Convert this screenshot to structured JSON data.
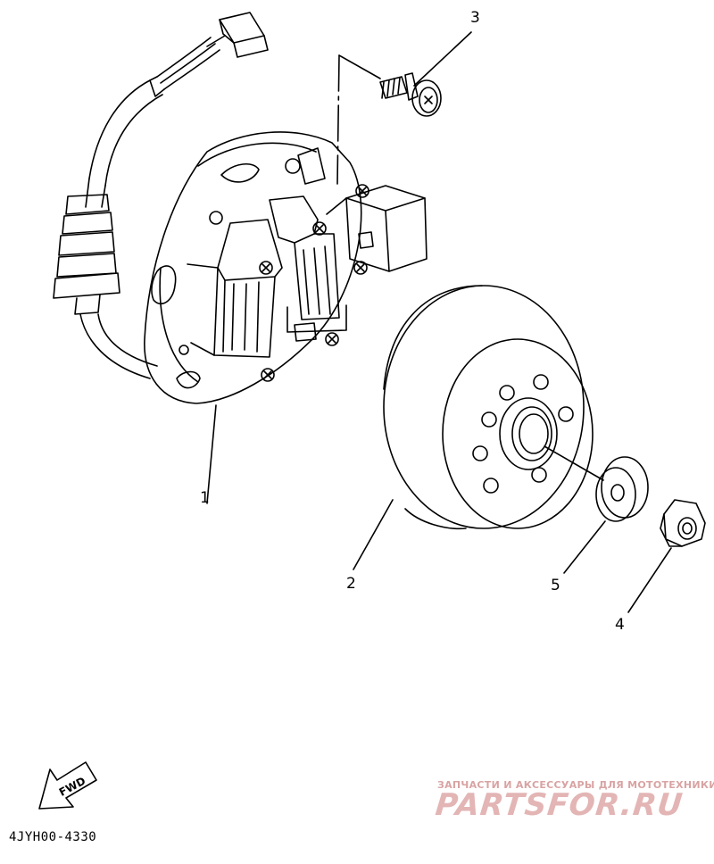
{
  "callouts": {
    "c1": "1",
    "c2": "2",
    "c3": "3",
    "c4": "4",
    "c5": "5"
  },
  "fwd_label": "FWD",
  "drawing_code": "4JYH00-4330",
  "watermark": {
    "caption": "ЗАПЧАСТИ И АКСЕССУАРЫ ДЛЯ МОТОТЕХНИКИ",
    "logo": "PARTSFOR.RU"
  },
  "colors": {
    "line": "#000000",
    "watermark": "#e3b5b5"
  }
}
